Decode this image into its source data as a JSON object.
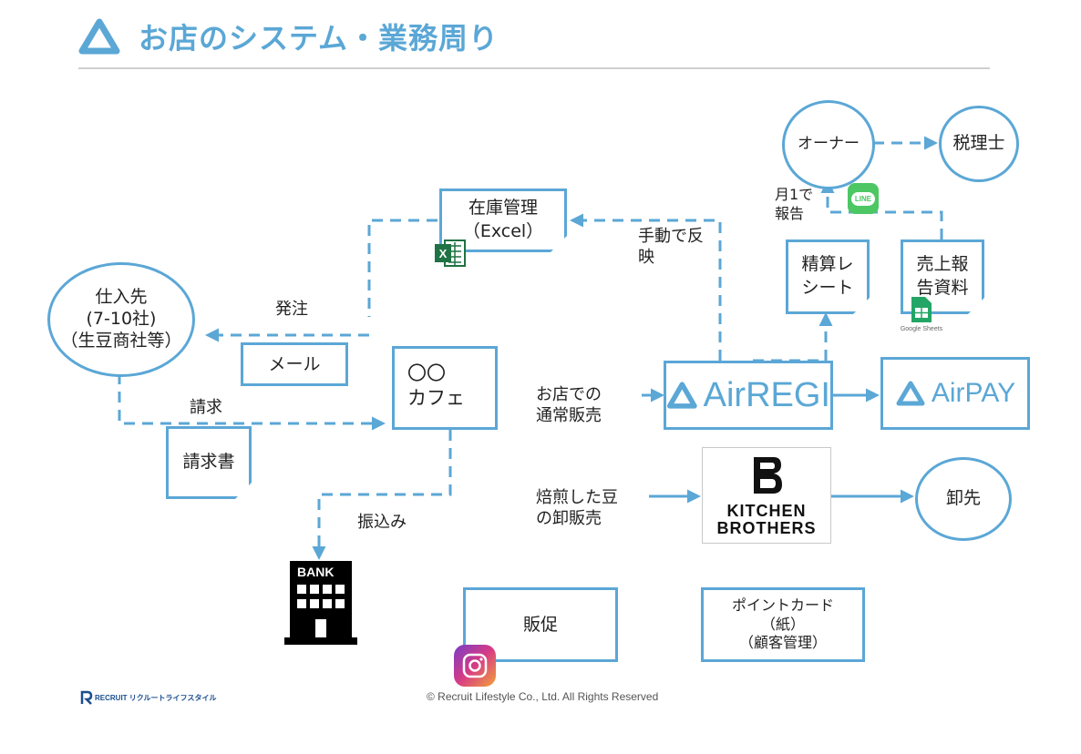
{
  "title": "お店のシステム・業務周り",
  "nodes": {
    "supplier": "仕入先\n(7-10社)\n（生豆商社等）",
    "cafe": "〇〇\nカフェ",
    "inventory": "在庫管理\n（Excel）",
    "mail": "メール",
    "invoice": "請求書",
    "owner": "オーナー",
    "tax": "税理士",
    "settlement": "精算レ\nシート",
    "sales_report": "売上報\n告資料",
    "wholesale": "卸先",
    "promo": "販促",
    "point_card": "ポイントカード\n（紙）\n（顧客管理）"
  },
  "labels": {
    "order": "発注",
    "billing": "請求",
    "transfer": "振込み",
    "manual": "手動で反\n映",
    "monthly": "月1で\n報告",
    "store_sales": "お店での\n通常販売",
    "roasted": "焙煎した豆\nの卸販売"
  },
  "brands": {
    "airregi": "AirREGI",
    "airpay": "AirPAY",
    "kitchen_brothers": "KITCHEN\nBROTHERS",
    "bank": "BANK",
    "line": "LINE",
    "google_sheets": "Google Sheets"
  },
  "footer": {
    "copyright": "© Recruit Lifestyle Co., Ltd. All Rights Reserved",
    "logo": "RECRUIT リクルートライフスタイル"
  },
  "colors": {
    "accent": "#5ba7d6",
    "excel": "#1f7244",
    "line": "#4cc764",
    "sheets": "#23a566"
  }
}
